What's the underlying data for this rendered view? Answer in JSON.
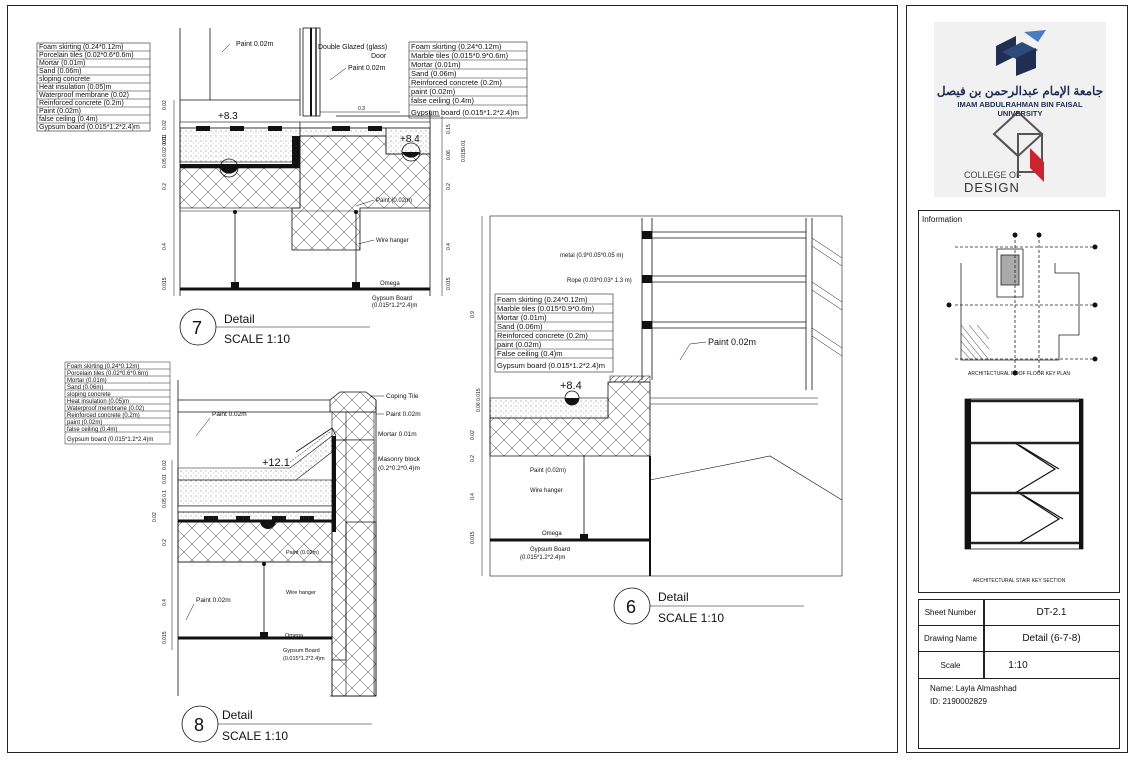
{
  "university": {
    "arabic_name": "جامعة الإمام عبدالرحمن بن فيصل",
    "english_name": "IMAM ABDULRAHMAN BIN FAISAL UNIVERSITY",
    "college_line1": "COLLEGE OF",
    "college_line2": "DESIGN"
  },
  "info_panel": {
    "title": "Information",
    "floor_plan_caption": "ARCHITECTURAL ROOF FLOOR KEY PLAN",
    "stair_section_caption": "ARCHITECTURAL STAIR KEY SECTION"
  },
  "title_block": {
    "sheet_number_label": "Sheet Number",
    "sheet_number": "DT-2.1",
    "drawing_name_label": "Drawing Name",
    "drawing_name": "Detail (6-7-8)",
    "scale_label": "Scale",
    "scale": "1:10",
    "student_name": "Name: Layla Almashhad",
    "student_id": "ID: 2190002829"
  },
  "detail7": {
    "number": "7",
    "title": "Detail",
    "scale": "SCALE 1:10",
    "legend_left": [
      "Foam skirting (0.24*0.12m)",
      "Porcelain tiles (0.02*0.6*0.6m)",
      "Mortar (0.01m)",
      "Sand (0.06m)",
      "sloping concrete",
      "Heat insulation (0.05)m",
      "Waterproof membrane (0.02)",
      "Reinforced concrete (0.2m)",
      "Paint (0.02m)",
      "false ceiling (0.4m)",
      "Gypsum board (0.015*1.2*2.4)m"
    ],
    "legend_right": [
      "Foam skirting (0.24*0.12m)",
      "Marble tiles (0.015*0.9*0.6m)",
      "Mortar (0.01m)",
      "Sand (0.06m)",
      "Reinforced concrete (0.2m)",
      "paint (0.02m)",
      "false ceiling (0.4m)",
      "Gypsum board (0.015*1.2*2.4)m"
    ],
    "paint_top": "Paint 0.02m",
    "door_label": "Double Glazed (glass)",
    "door_label2": "Door",
    "paint_door": "Paint 0.02m",
    "level_left": "+8.3",
    "level_right": "+8.4",
    "paint_underside": "Paint (0.02m)",
    "wire_hanger": "Wire hanger",
    "omega": "Omega",
    "gypsum_board": "Gypsum Board",
    "gypsum_board_size": "(0.015*1.2*2.4)m",
    "dim_03": "0.3",
    "dim_left": [
      "0.02",
      "0.02",
      "0.01",
      "0.05 0.02 0.01",
      "0.2",
      "0.4",
      "0.015"
    ],
    "dim_right": [
      "0.15",
      "0.06",
      "0.01",
      "0.015",
      "0.2",
      "0.4",
      "0.015"
    ]
  },
  "detail6": {
    "number": "6",
    "title": "Detail",
    "scale": "SCALE 1:10",
    "legend": [
      "Foam skirting (0.24*0.12m)",
      "Marble tiles (0.015*0.9*0.6m)",
      "Mortar (0.01m)",
      "Sand (0.06m)",
      "Reinforced concrete (0.2m)",
      "paint (0.02m)",
      "False ceiling (0.4)m",
      "Gypsum board (0.015*1.2*2.4)m"
    ],
    "metal_label": "metal (0.9*0.05*0.05 m)",
    "rope_label": "Rope (0.03*0.03* 1.3 m)",
    "paint_label": "Paint 0.02m",
    "level": "+8.4",
    "paint_small": "Paint (0.02m)",
    "wire_hanger": "Wire hanger",
    "omega": "Omega",
    "gypsum_board": "Gypsum Board",
    "gypsum_board_size": "(0.015*1.2*2.4)m",
    "dims": [
      "0.9",
      "0.06 0.015",
      "0.02",
      "0.2",
      "0.4",
      "0.015"
    ]
  },
  "detail8": {
    "number": "8",
    "title": "Detail",
    "scale": "SCALE 1:10",
    "legend": [
      "Foam skirting (0.24*0.12m)",
      "Porcelain tiles (0.02*0.6*0.6m)",
      "Mortar (0.01m)",
      "Sand (0.06m)",
      "sloping concrete",
      "Heat insulation (0.05)m",
      "Waterproof membrane (0.02)",
      "Reinforced concrete (0.2m)",
      "paint (0.02m)",
      "false ceiling (0.4m)",
      "Gypsum board (0.015*1.2*2.4)m"
    ],
    "coping": "Coping Tile",
    "paint_right": "Paint 0.02m",
    "mortar": "Mortar 0.01m",
    "masonry": "Masonry block",
    "masonry_size": "(0.2*0.2*0.4)m",
    "paint_top": "Paint 0.02m",
    "level": "+12.1",
    "paint_under": "Paint (0.02m)",
    "paint_bottom": "Paint 0.02m",
    "wire_hanger": "Wire hanger",
    "omega": "Omega",
    "gypsum_board": "Gypsum Board",
    "gypsum_board_size": "(0.015*1.2*2.4)m",
    "dims": [
      "0.02",
      "0.01",
      "0.05 0.1",
      "0.02",
      "0.2",
      "0.4",
      "0.015"
    ]
  }
}
